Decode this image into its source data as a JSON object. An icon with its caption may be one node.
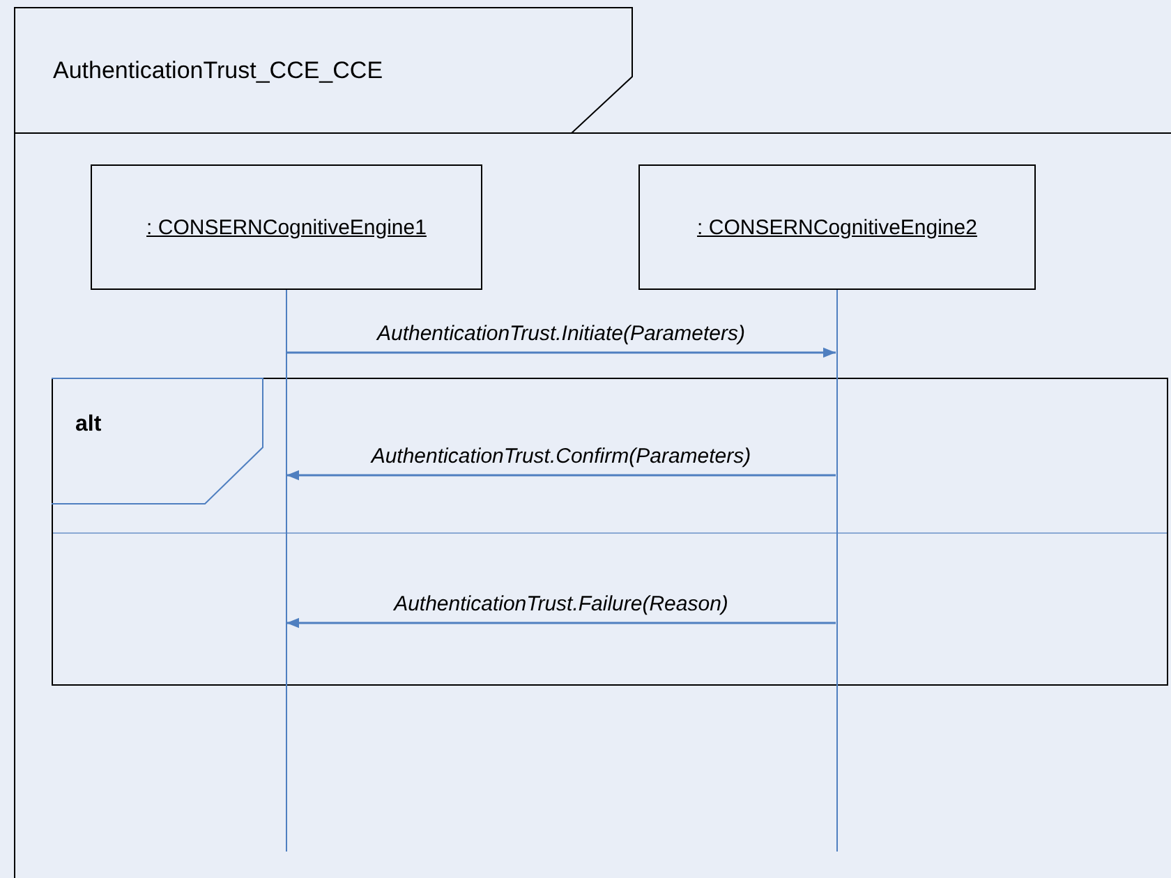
{
  "diagram": {
    "nodes": [
      {
        "text": [
          "AuthenticationTrust_CCE_CCE"
        ]
      },
      {
        "text": [
          ": CONSERNCognitiveEngine1"
        ],
        "in": 0
      },
      {
        "text": [
          ": CONSERNCognitiveEngine2"
        ],
        "in": 0
      },
      {
        "text": [],
        "shape": "line",
        "in": 0
      },
      {
        "text": [],
        "shape": "line",
        "in": 0
      },
      {
        "text": [
          "alt"
        ],
        "in": 0
      }
    ],
    "edges": [
      {
        "from": 3,
        "to": 4,
        "arrow": "to",
        "label": "AuthenticationTrust.Initiate(Parameters)"
      },
      {
        "from": 4,
        "to": 3,
        "arrow": "to",
        "label": "AuthenticationTrust.Confirm(Parameters)"
      },
      {
        "from": 4,
        "to": 3,
        "arrow": "to",
        "label": "AuthenticationTrust.Failure(Reason)"
      }
    ]
  }
}
